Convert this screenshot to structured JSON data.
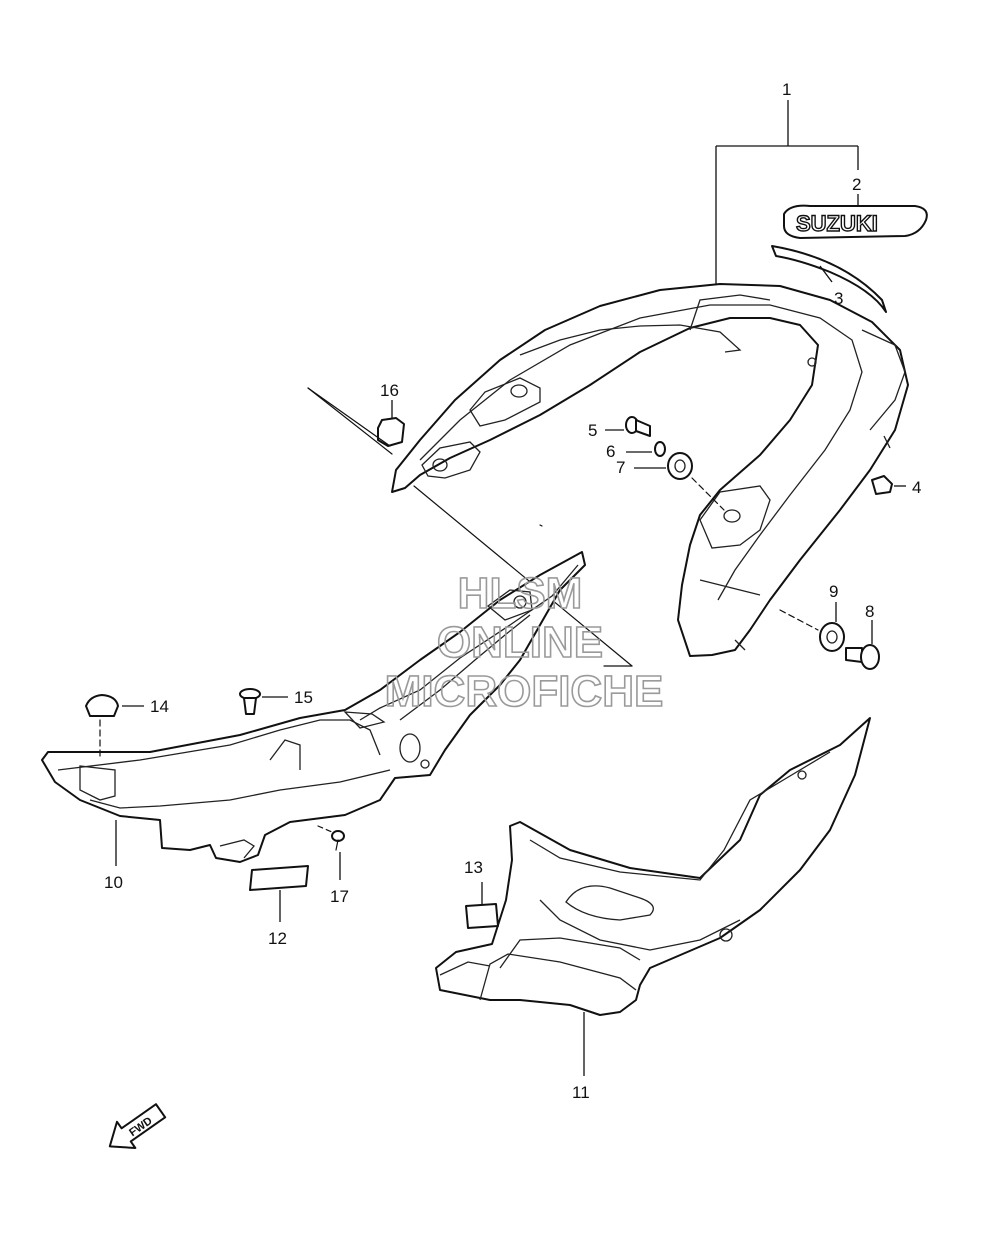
{
  "labels": {
    "p1": "1",
    "p2": "2",
    "p3": "3",
    "p4": "4",
    "p5": "5",
    "p6": "6",
    "p7": "7",
    "p8": "8",
    "p9": "9",
    "p10": "10",
    "p11": "11",
    "p12": "12",
    "p13": "13",
    "p14": "14",
    "p15": "15",
    "p16": "16",
    "p17": "17"
  },
  "emblem_text": "SUZUKI",
  "watermark": {
    "line1": "HLSM",
    "line2": "ONLINE",
    "line3": "MICROFICHE"
  },
  "fwd_arrow": "FWD"
}
